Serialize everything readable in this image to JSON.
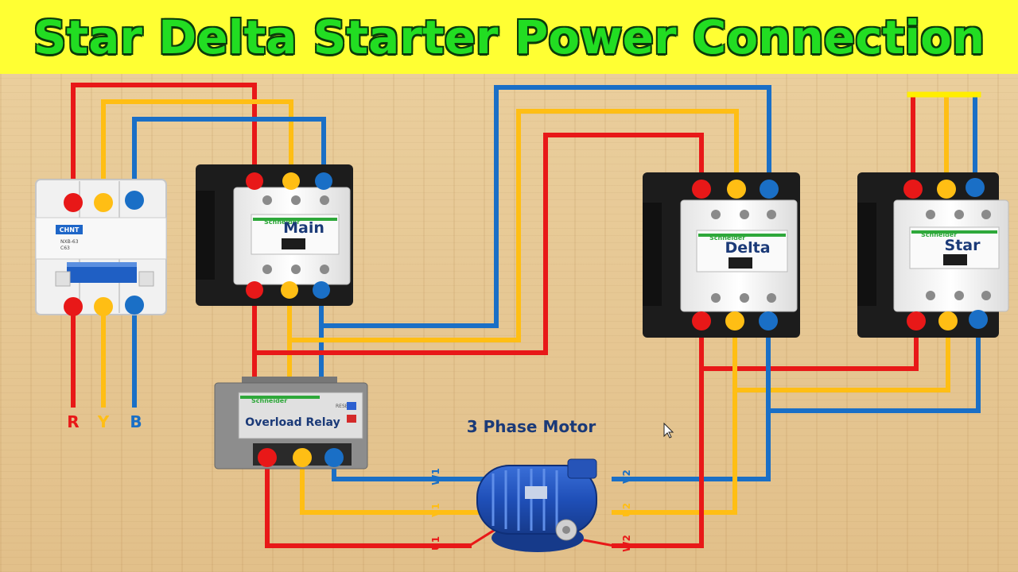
{
  "title": "Star Delta Starter Power Connection",
  "mcb": {
    "brand": "CHNT",
    "model": "NXB-63",
    "rating": "C63"
  },
  "phase_labels": [
    "R",
    "Y",
    "B"
  ],
  "contactors": {
    "main": {
      "label": "Main",
      "brand": "Schneider"
    },
    "delta": {
      "label": "Delta",
      "brand": "Schneider"
    },
    "star": {
      "label": "Star",
      "brand": "Schneider"
    }
  },
  "overload_relay": {
    "label": "Overload Relay",
    "brand": "Schneider",
    "reset": "RESET"
  },
  "motor": {
    "label": "3 Phase Motor"
  },
  "terminals": {
    "w1": "W1",
    "v1": "V1",
    "u1": "U1",
    "v2": "V2",
    "u2": "U2",
    "w2": "W2"
  },
  "colors": {
    "red": "#e81818",
    "yellow": "#ffbe14",
    "blue": "#1a6fc6",
    "title_bg": "#ffff33",
    "title_text": "#22dd22"
  }
}
